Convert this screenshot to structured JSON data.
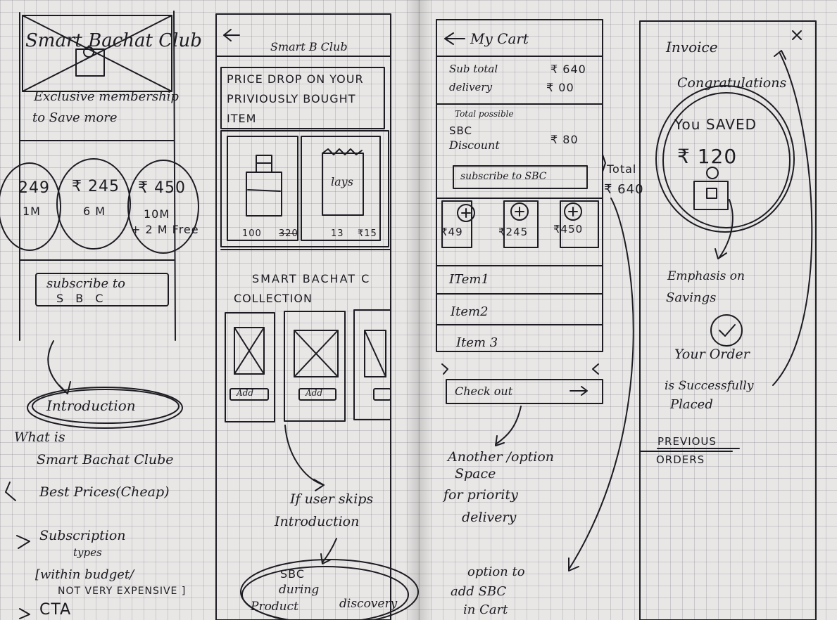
{
  "screen1": {
    "logo_text": "Smart Bachat Club",
    "tagline_line1": "Exclusive membership",
    "tagline_line2": "to Save more",
    "plans": [
      {
        "price": "249",
        "duration": "1M"
      },
      {
        "price": "₹ 245",
        "duration": "6 M"
      },
      {
        "price": "₹ 450",
        "duration": "10M",
        "extra": "+ 2 M Free"
      }
    ],
    "cta_line1": "subscribe to",
    "cta_line2": "S B C"
  },
  "notes1": {
    "introduction": "Introduction",
    "line1": "What is",
    "line2": "Smart Bachat Clube",
    "line3": "Best Prices(Cheap)",
    "line4": "Subscription",
    "line5": "types",
    "line6": "[within budget/",
    "line7": "NOT VERY EXPENSIVE ]",
    "line8": "CTA"
  },
  "screen2": {
    "header_title": "Smart B Club",
    "price_drop_line1": "PRICE DROP ON YOUR",
    "price_drop_line2": "PRIVIOUSLY BOUGHT",
    "price_drop_line3": "ITEM",
    "product_label": "lays",
    "product1_new_price": "100",
    "product1_old_price": "320",
    "product2_new_price": "13",
    "product2_old_price": "₹15",
    "collection_line1": "SMART BACHAT C",
    "collection_line2": "COLLECTION",
    "add_label": "Add"
  },
  "notes2": {
    "line1": "If user skips",
    "line2": "Introduction",
    "circle_line1": "SBC",
    "circle_line2": "during",
    "circle_line3": "Product",
    "circle_line4": "discovery"
  },
  "screen3": {
    "header_title": "My Cart",
    "subtotal_label": "Sub total",
    "subtotal_value": "₹ 640",
    "delivery_label": "delivery",
    "delivery_value": "₹ 00",
    "discount_label_line1": "Total possible",
    "discount_label_line2": "SBC",
    "discount_label_line3": "Discount",
    "discount_value": "₹ 80",
    "subscribe_label": "subscribe to SBC",
    "plan_prices": [
      "₹49",
      "₹245",
      "₹450"
    ],
    "items": [
      "ITem1",
      "Item2",
      "Item 3"
    ],
    "checkout_label": "Check out",
    "total_label": "Total",
    "total_value": "₹ 640"
  },
  "notes3": {
    "line1": "Another /option",
    "line2": "Space",
    "line3": "for priority",
    "line4": "delivery",
    "line5": "option to",
    "line6": "add SBC",
    "line7": "in Cart"
  },
  "screen4": {
    "title": "Invoice",
    "close_glyph": "×",
    "congrats": "Congratulations",
    "saved_label": "You SAVED",
    "saved_value": "₹ 120",
    "emphasis_line1": "Emphasis on",
    "emphasis_line2": "Savings",
    "order_line1": "Your Order",
    "order_line2": "is Successfully",
    "order_line3": "Placed",
    "previous_line1": "PREVIOUS",
    "previous_line2": "ORDERS"
  }
}
